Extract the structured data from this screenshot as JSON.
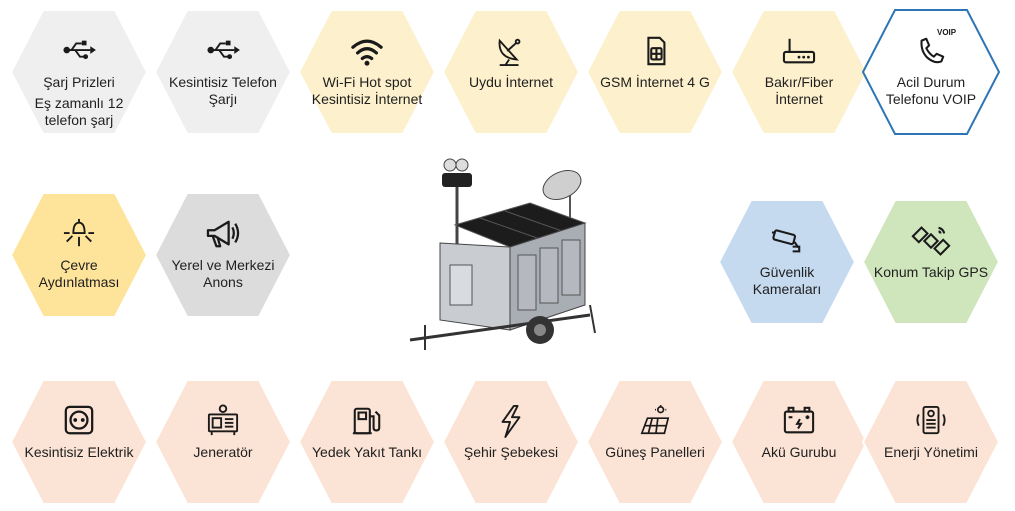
{
  "colors": {
    "grey": "#efefef",
    "yellow": "#fdf0cc",
    "yellow_strong": "#fde49a",
    "grey_strong": "#dcdcdc",
    "blue": "#c5d9ef",
    "green": "#cfe5bc",
    "peach": "#fbe3d5",
    "outline_blue": "#2e75b6",
    "icon": "#1a1a1a"
  },
  "services_row": [
    {
      "icon": "usb-icon",
      "label": "Şarj Prizleri",
      "sub": "Eş zamanlı 12 telefon şarj",
      "color": "grey"
    },
    {
      "icon": "usb-icon",
      "label": "Kesintisiz Telefon Şarjı",
      "color": "grey"
    },
    {
      "icon": "wifi-icon",
      "label": "Wi-Fi Hot spot Kesintisiz İnternet",
      "color": "yellow"
    },
    {
      "icon": "satellite-dish-icon",
      "label": "Uydu İnternet",
      "color": "yellow"
    },
    {
      "icon": "sim-card-icon",
      "label": "GSM İnternet 4 G",
      "color": "yellow"
    },
    {
      "icon": "router-icon",
      "label": "Bakır/Fiber İnternet",
      "color": "yellow"
    },
    {
      "icon": "phone-voip-icon",
      "label": "Acil Durum Telefonu VOIP",
      "color": "white",
      "badge": "VOIP"
    }
  ],
  "middle_left": [
    {
      "icon": "lamp-icon",
      "label": "Çevre Aydınlatması",
      "color": "yellow_strong"
    },
    {
      "icon": "megaphone-icon",
      "label": "Yerel ve Merkezi Anons",
      "color": "grey_strong"
    }
  ],
  "middle_right": [
    {
      "icon": "cctv-camera-icon",
      "label": "Güvenlik Kameraları",
      "color": "blue"
    },
    {
      "icon": "gps-satellite-icon",
      "label": "Konum Takip GPS",
      "color": "green"
    }
  ],
  "energy_row": [
    {
      "icon": "power-socket-icon",
      "label": "Kesintisiz Elektrik",
      "color": "peach"
    },
    {
      "icon": "generator-icon",
      "label": "Jeneratör",
      "color": "peach"
    },
    {
      "icon": "fuel-pump-icon",
      "label": "Yedek Yakıt Tankı",
      "color": "peach"
    },
    {
      "icon": "lightning-icon",
      "label": "Şehir Şebekesi",
      "color": "peach"
    },
    {
      "icon": "solar-panel-icon",
      "label": "Güneş Panelleri",
      "color": "peach"
    },
    {
      "icon": "battery-icon",
      "label": "Akü Gurubu",
      "color": "peach"
    },
    {
      "icon": "energy-management-icon",
      "label": "Enerji Yönetimi",
      "color": "peach"
    }
  ]
}
